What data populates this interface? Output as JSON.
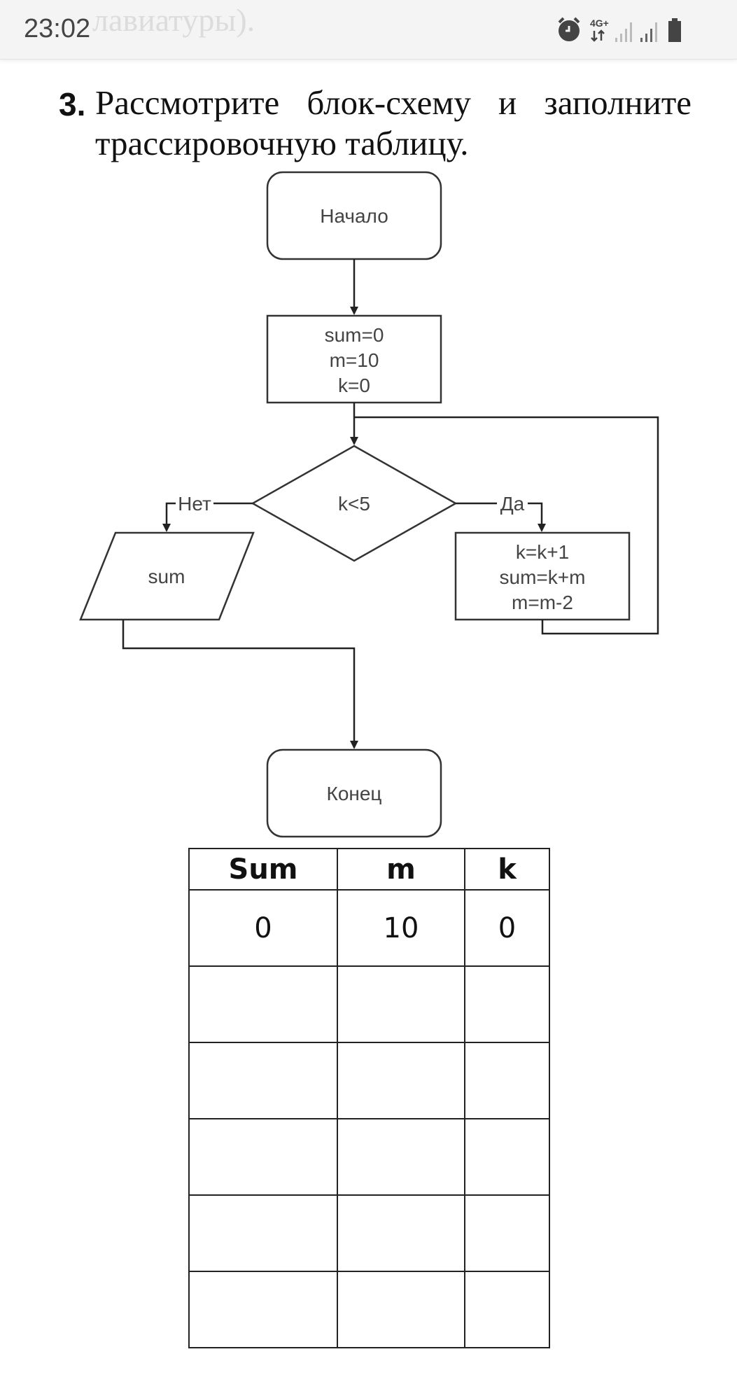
{
  "status_bar": {
    "time": "23:02",
    "ghost_text": "лавиатуры).",
    "network_label": "4G+",
    "icons": [
      "alarm-icon",
      "network-4g-icon",
      "signal-bars-icon",
      "signal-bars-icon",
      "battery-icon"
    ]
  },
  "task": {
    "number": "3.",
    "line1": "Рассмотрите блок-схему и заполните",
    "line2": "трассировочную таблицу."
  },
  "flowchart": {
    "start": "Начало",
    "init_lines": [
      "sum=0",
      "m=10",
      "k=0"
    ],
    "condition": "k<5",
    "no_label": "Нет",
    "yes_label": "Да",
    "output": "sum",
    "body_lines": [
      "k=k+1",
      "sum=k+m",
      "m=m-2"
    ],
    "end": "Конец"
  },
  "trace_table": {
    "headers": [
      "Sum",
      "m",
      "k"
    ],
    "rows": [
      [
        "0",
        "10",
        "0"
      ],
      [
        "",
        "",
        ""
      ],
      [
        "",
        "",
        ""
      ],
      [
        "",
        "",
        ""
      ],
      [
        "",
        "",
        ""
      ],
      [
        "",
        "",
        ""
      ]
    ]
  }
}
